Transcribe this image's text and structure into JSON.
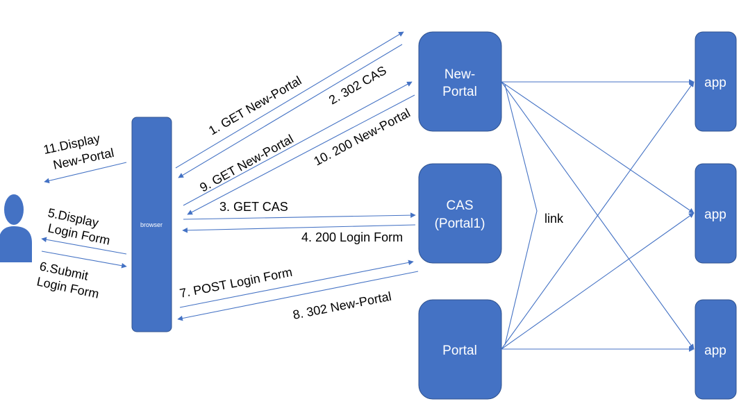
{
  "nodes": {
    "browser": "browser",
    "new_portal": [
      "New-",
      "Portal"
    ],
    "cas": [
      "CAS",
      "(Portal1)"
    ],
    "portal": "Portal",
    "app": "app"
  },
  "edge_labels": {
    "get_new_portal": "1. GET New-Portal",
    "cas_302": "2. 302 CAS",
    "get_cas": "3. GET CAS",
    "login_form_200": "4. 200 Login Form",
    "display_login": [
      "5.Display",
      "Login Form"
    ],
    "submit_login": [
      "6.Submit",
      "Login Form"
    ],
    "post_login": "7. POST Login Form",
    "new_portal_302": "8. 302 New-Portal",
    "get_new_portal_9": "9. GET New-Portal",
    "new_portal_200": "10. 200 New-Portal",
    "display_new_portal": [
      "11.Display",
      "New-Portal"
    ],
    "link": "link"
  },
  "colors": {
    "node_fill": "#4472c4",
    "node_stroke": "#2f528f",
    "edge": "#4472c4",
    "label_text": "#000000",
    "node_text": "#ffffff"
  },
  "icons": {
    "user": "user-icon"
  }
}
